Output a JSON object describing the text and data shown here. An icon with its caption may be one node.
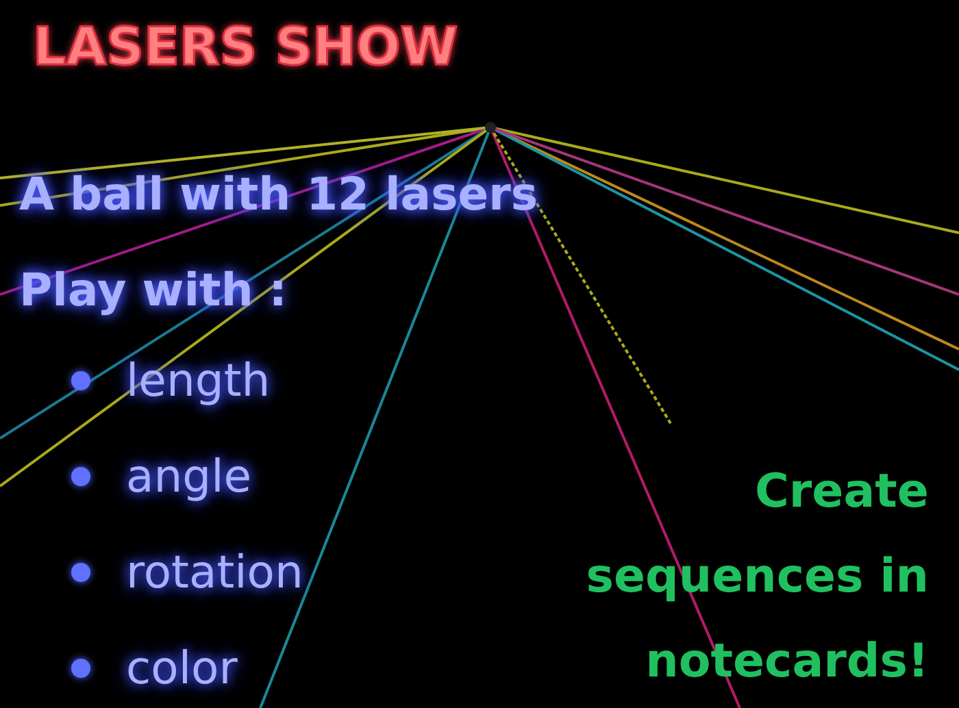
{
  "diagram": {
    "title": "LASERS SHOW",
    "labels": [
      "A ball with 12 lasers",
      "Play with :",
      "length",
      "angle",
      "rotation",
      "color",
      "Create sequences in notecards!"
    ]
  }
}
